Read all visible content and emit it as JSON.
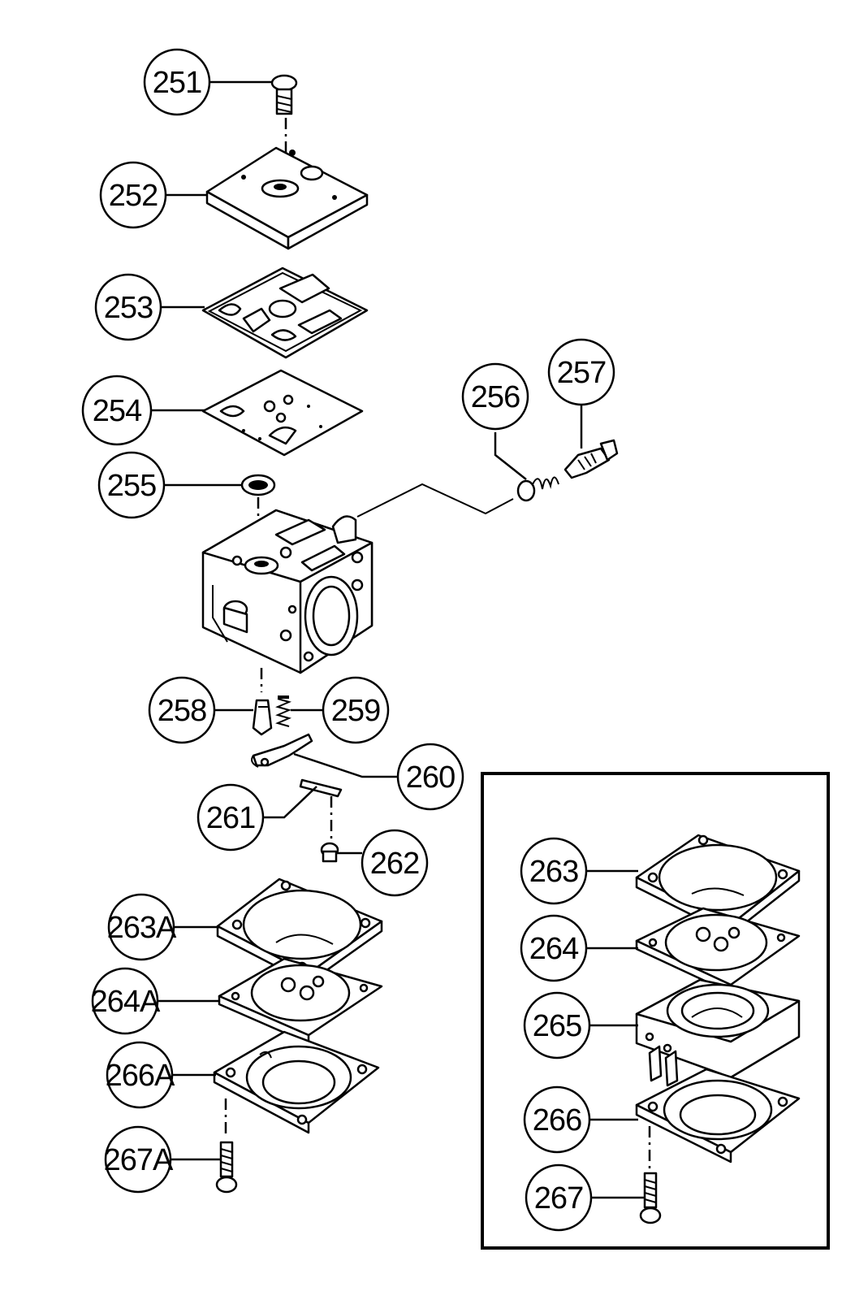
{
  "callouts": {
    "c251": "251",
    "c252": "252",
    "c253": "253",
    "c254": "254",
    "c255": "255",
    "c256": "256",
    "c257": "257",
    "c258": "258",
    "c259": "259",
    "c260": "260",
    "c261": "261",
    "c262": "262",
    "c263A": "263A",
    "c264A": "264A",
    "c266A": "266A",
    "c267A": "267A",
    "c263": "263",
    "c264": "264",
    "c265": "265",
    "c266": "266",
    "c267": "267"
  }
}
